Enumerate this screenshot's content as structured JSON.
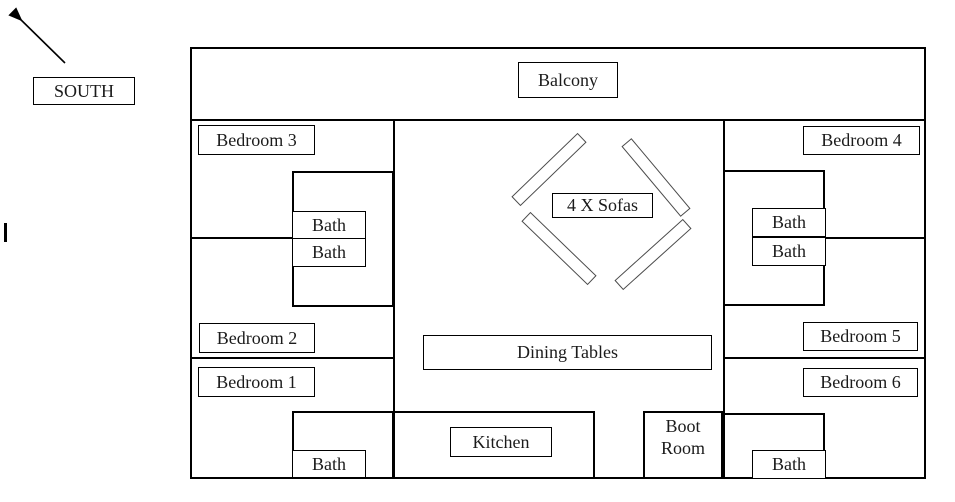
{
  "compass": {
    "label": "SOUTH"
  },
  "rooms": {
    "balcony": "Balcony",
    "bedroom_1": "Bedroom 1",
    "bedroom_2": "Bedroom 2",
    "bedroom_3": "Bedroom 3",
    "bedroom_4": "Bedroom 4",
    "bedroom_5": "Bedroom 5",
    "bedroom_6": "Bedroom 6",
    "kitchen": "Kitchen",
    "boot_room": "Boot Room",
    "dining_tables": "Dining Tables",
    "sofas": "4 X Sofas"
  },
  "bath_labels": [
    "Bath",
    "Bath",
    "Bath",
    "Bath",
    "Bath",
    "Bath"
  ],
  "colors": {
    "wall": "#000000",
    "sofa_outline": "#4a4a4a",
    "background": "#ffffff",
    "text": "#1b1b1b"
  }
}
